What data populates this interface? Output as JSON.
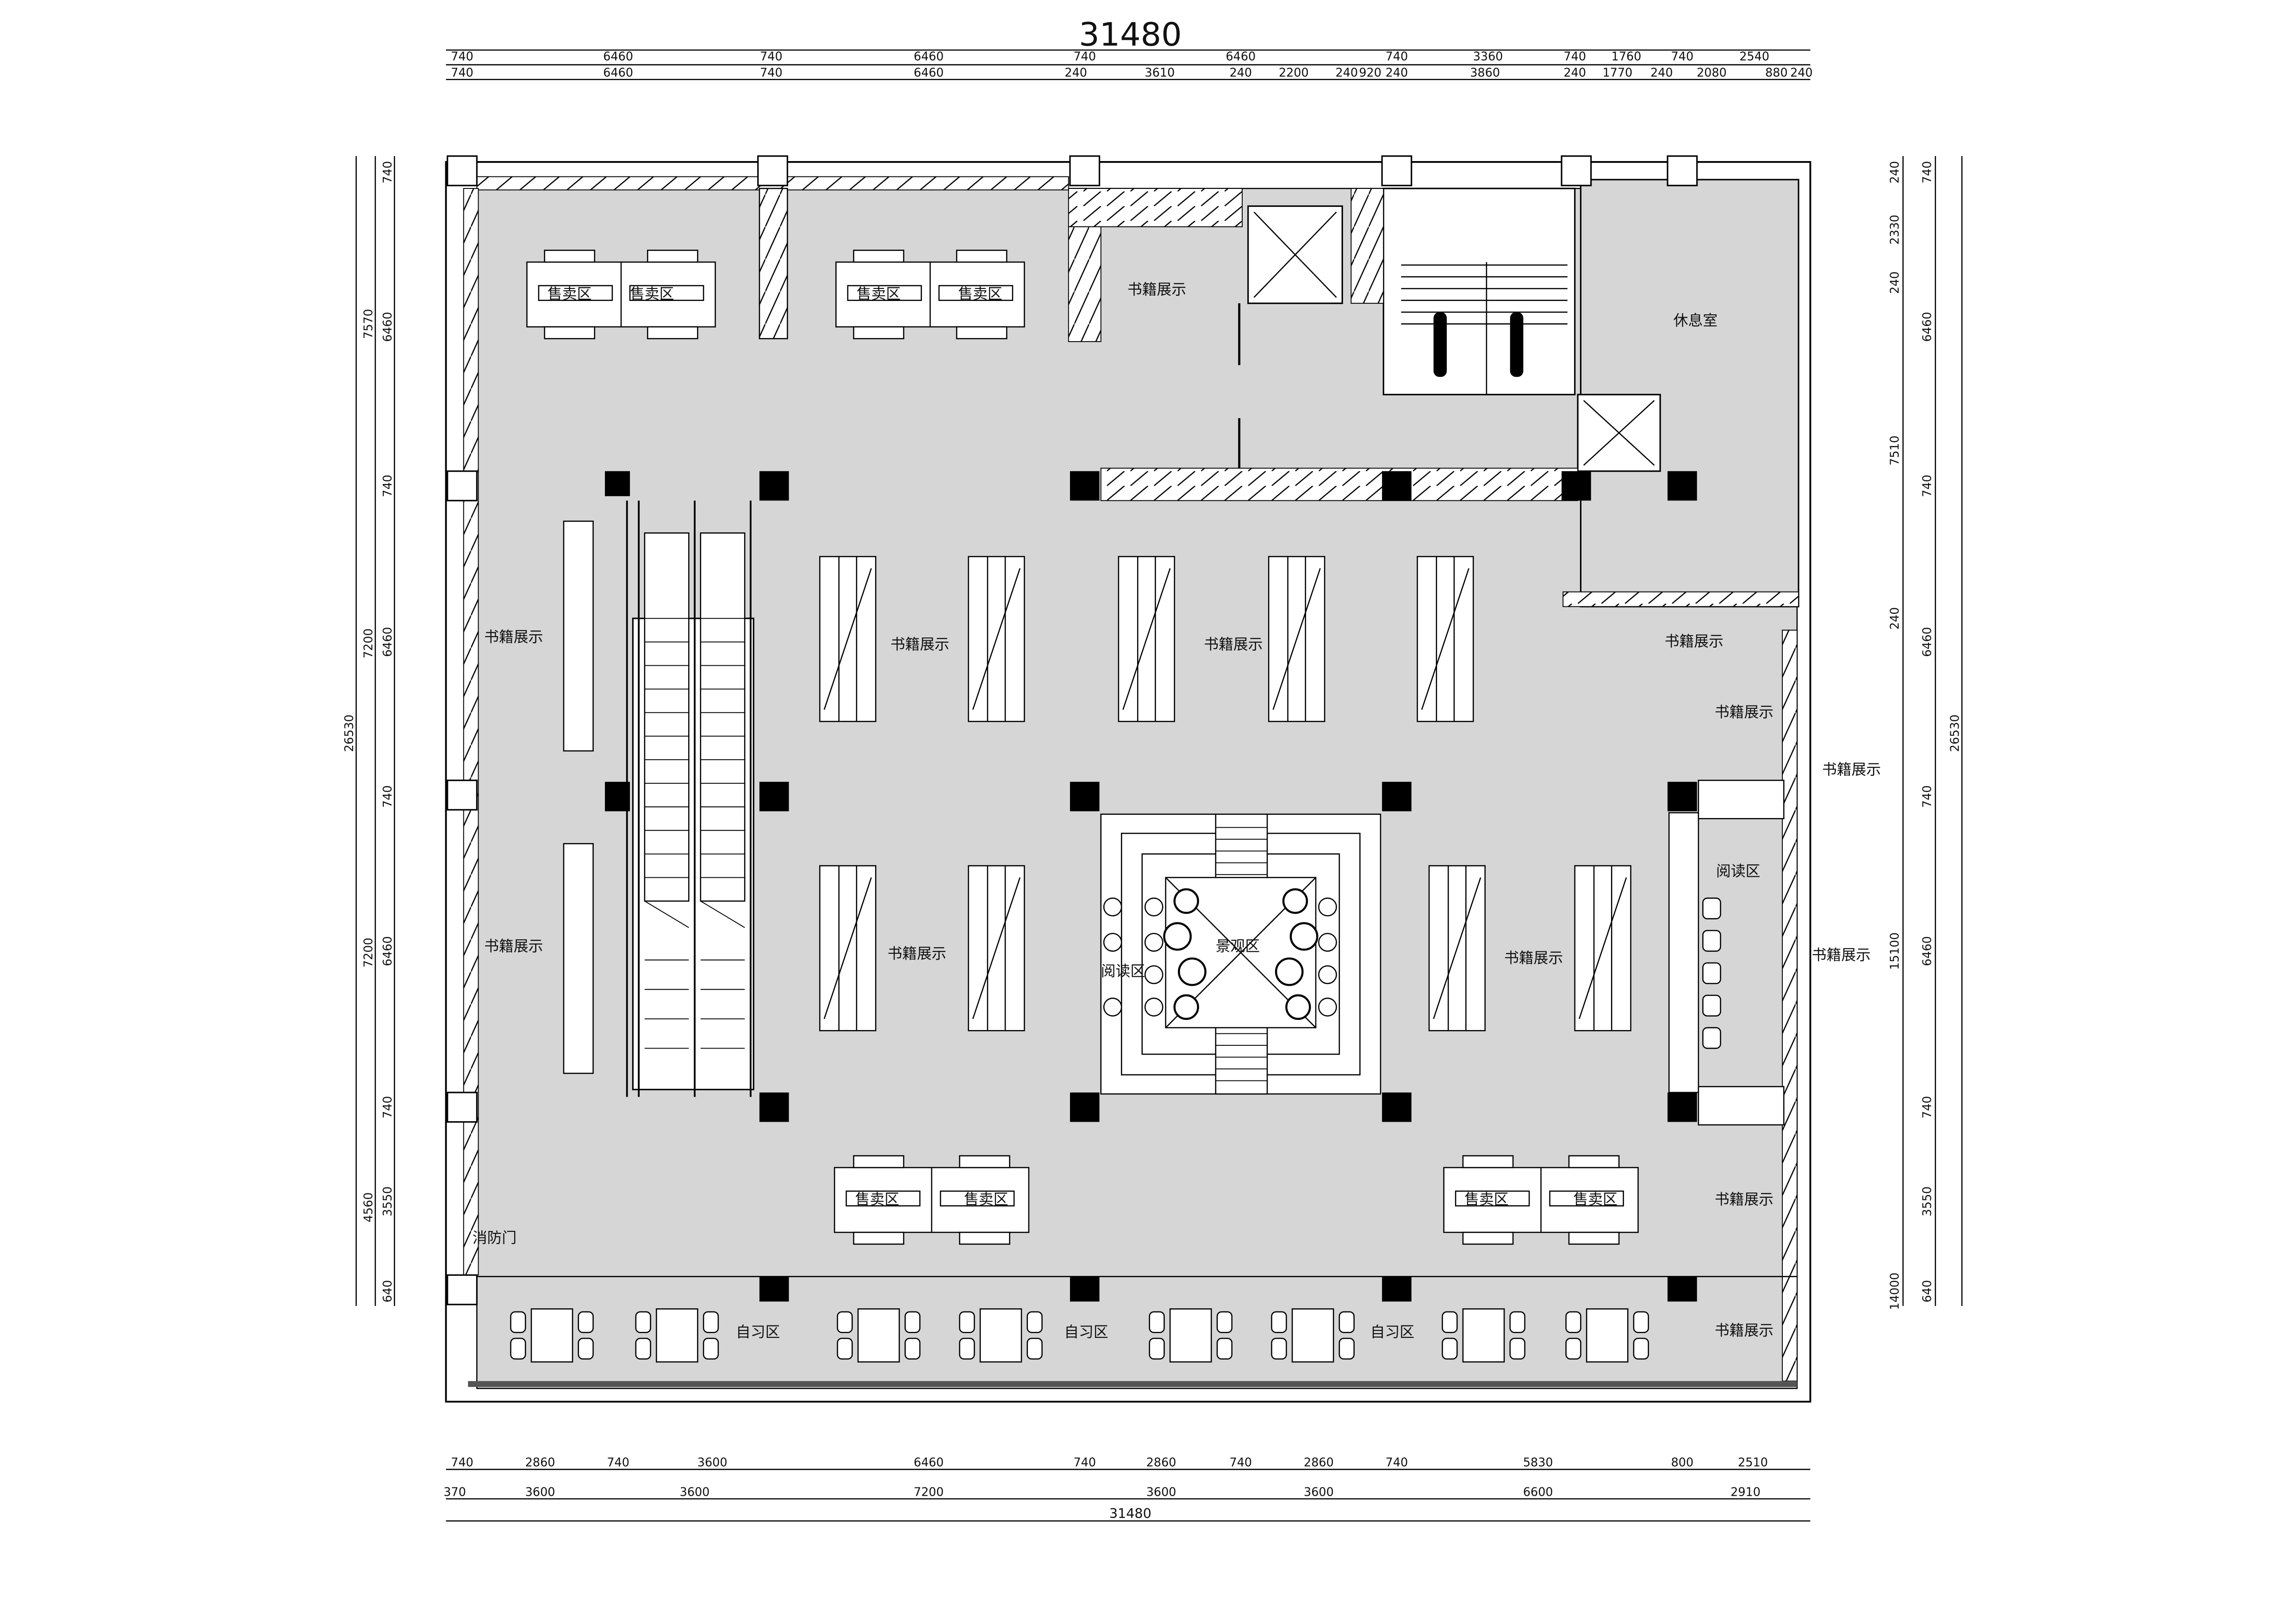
{
  "labels": {
    "sales": "售卖区",
    "book_display": "书籍展示",
    "lounge": "休息室",
    "reading": "阅读区",
    "view": "景观区",
    "study": "自习区",
    "fire_door": "消防门"
  },
  "dimensions": {
    "total": "31480",
    "side_total": "26530",
    "top_row1": [
      "740",
      "6460",
      "740",
      "6460",
      "740",
      "6460",
      "740",
      "3360",
      "740",
      "1760",
      "740",
      "2540"
    ],
    "top_row2": [
      "740",
      "6460",
      "740",
      "6460",
      "240",
      "3610",
      "240",
      "2200",
      "240",
      "920",
      "240",
      "3860",
      "240",
      "1770",
      "240",
      "2080",
      "880",
      "240"
    ],
    "bottom_row1": [
      "740",
      "2860",
      "740",
      "3600",
      "6460",
      "740",
      "2860",
      "740",
      "2860",
      "740",
      "5830",
      "800",
      "2510"
    ],
    "bottom_row2": [
      "370",
      "3600",
      "3600",
      "7200",
      "3600",
      "3600",
      "6600",
      "2910"
    ],
    "left_outer": [
      "7570",
      "7200",
      "7200",
      "4560"
    ],
    "left_inner": [
      "740",
      "6460",
      "740",
      "6460",
      "740",
      "6460",
      "740",
      "3550",
      "640"
    ],
    "right_inner": [
      "240",
      "2330",
      "240",
      "7510",
      "240",
      "15100",
      "14000"
    ],
    "right_outer": [
      "740",
      "6460",
      "740",
      "6460",
      "740",
      "6460",
      "740",
      "3550",
      "640"
    ]
  },
  "colors": {
    "floor": "#d6d6d6",
    "wall": "#000000",
    "column": "#000000",
    "paper": "#ffffff"
  }
}
